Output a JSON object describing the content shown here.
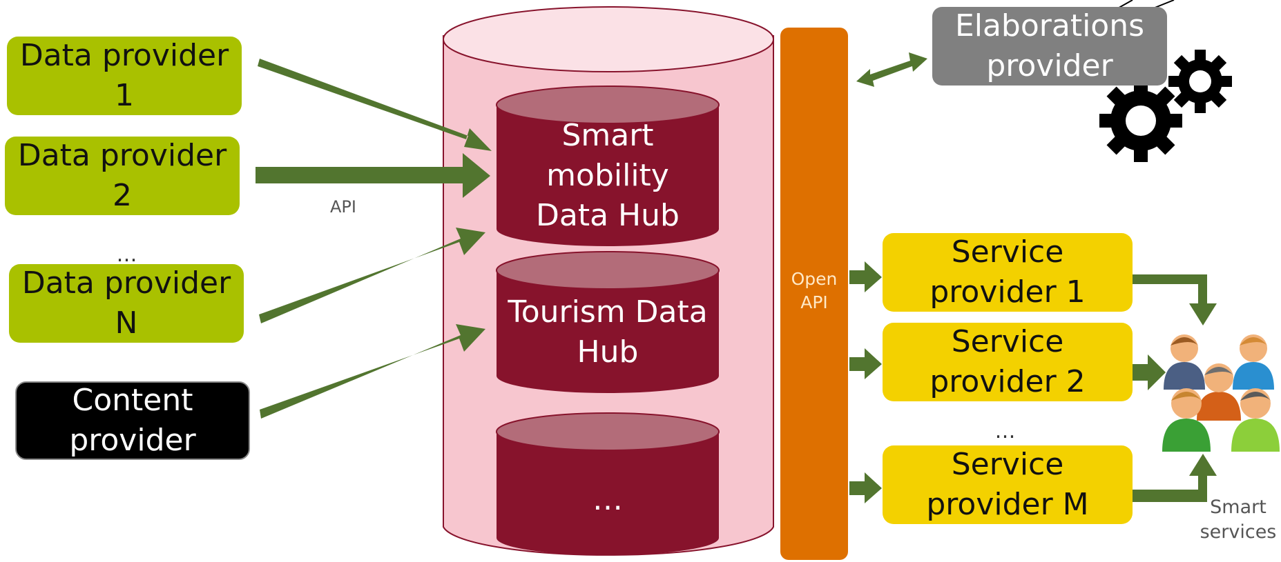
{
  "data_providers": [
    {
      "label": "Data provider 1"
    },
    {
      "label": "Data provider 2"
    },
    {
      "label": "Data provider N"
    }
  ],
  "content_provider": {
    "label": "Content provider"
  },
  "dots_left": "…",
  "api_label": "API",
  "hubs": {
    "smart_mobility": "Smart mobility Data Hub",
    "tourism": "Tourism Data Hub",
    "more": "…"
  },
  "open_api": {
    "line1": "Open",
    "line2": "API"
  },
  "elaborations_provider": {
    "label": "Elaborations provider"
  },
  "service_providers": [
    {
      "label": "Service provider 1"
    },
    {
      "label": "Service provider 2"
    },
    {
      "label": "Service provider M"
    }
  ],
  "dots_right": "…",
  "smart_services": "Smart services",
  "colors": {
    "data_provider": "#a9c100",
    "service_provider": "#f3d100",
    "arrow": "#52752f",
    "open_api_bar": "#de7000",
    "hub": "#87132c",
    "hub_top": "#b36c79",
    "outer_cylinder": "#f7c6cf",
    "elaborations": "#808080"
  },
  "icons": [
    "gears-icon",
    "people-group-icon"
  ]
}
